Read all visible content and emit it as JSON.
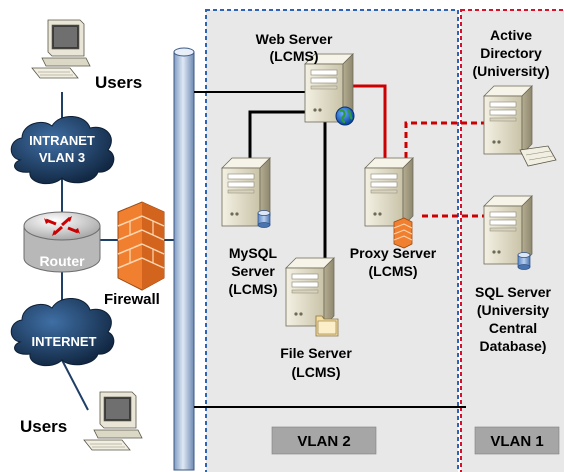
{
  "zones": {
    "vlan2": {
      "label": "VLAN 2",
      "border": "#2e64b8",
      "fill": "#e8e8e8"
    },
    "vlan1": {
      "label": "VLAN 1",
      "border": "#d8102a",
      "fill": "#e8e8e8"
    }
  },
  "nodes": {
    "users_top": {
      "label": "Users"
    },
    "users_bottom": {
      "label": "Users"
    },
    "intranet": {
      "line1": "INTRANET",
      "line2": "VLAN 3"
    },
    "router": {
      "label": "Router"
    },
    "internet": {
      "label": "INTERNET"
    },
    "firewall": {
      "label": "Firewall"
    },
    "web_server": {
      "line1": "Web Server",
      "line2": "(LCMS)"
    },
    "mysql_server": {
      "line1": "MySQL",
      "line2": "Server",
      "line3": "(LCMS)"
    },
    "file_server": {
      "line1": "File Server",
      "line2": "(LCMS)"
    },
    "proxy_server": {
      "line1": "Proxy Server",
      "line2": "(LCMS)"
    },
    "active_directory": {
      "line1": "Active",
      "line2": "Directory",
      "line3": "(University)"
    },
    "sql_server": {
      "line1": "SQL Server",
      "line2": "(University",
      "line3": "Central",
      "line4": "Database)"
    }
  },
  "colors": {
    "backbone": "#b8cce4",
    "cloud": "#1f3f66",
    "router": "#d9d9d9",
    "firewall": "#f08030",
    "red_link": "#cc0000",
    "server": "#e8e4d4"
  },
  "icons": [
    "desktop-computer-icon",
    "cloud-icon",
    "router-icon",
    "firewall-icon",
    "server-tower-icon",
    "database-icon",
    "globe-icon",
    "folder-icon",
    "keyboard-icon"
  ]
}
